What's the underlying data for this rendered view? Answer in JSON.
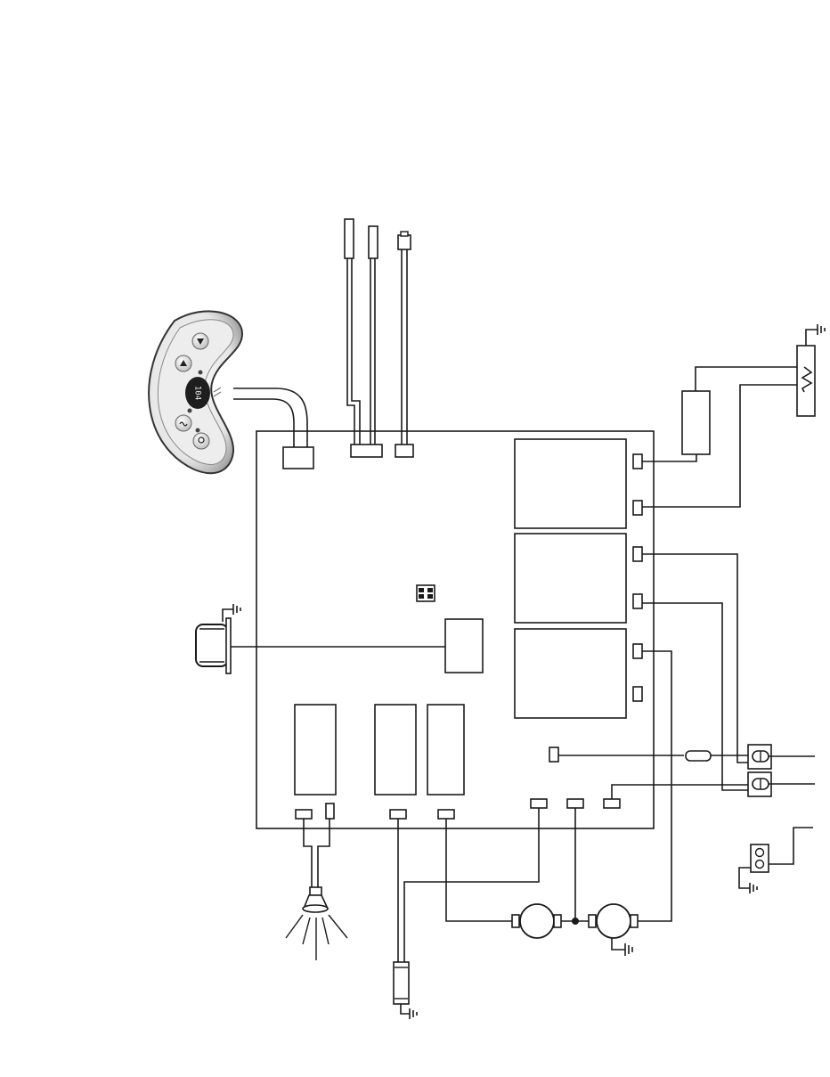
{
  "topside_panel": {
    "display_readout": "104",
    "buttons": [
      "up-arrow",
      "down-arrow",
      "jets",
      "light"
    ],
    "icon_names": [
      "up-arrow-icon",
      "down-arrow-icon",
      "jets-icon",
      "light-icon"
    ]
  },
  "colors": {
    "line": "#1a1a1a",
    "background": "#ffffff",
    "panel_shell": "#d9d9d9",
    "display": "#1e1e1e"
  }
}
